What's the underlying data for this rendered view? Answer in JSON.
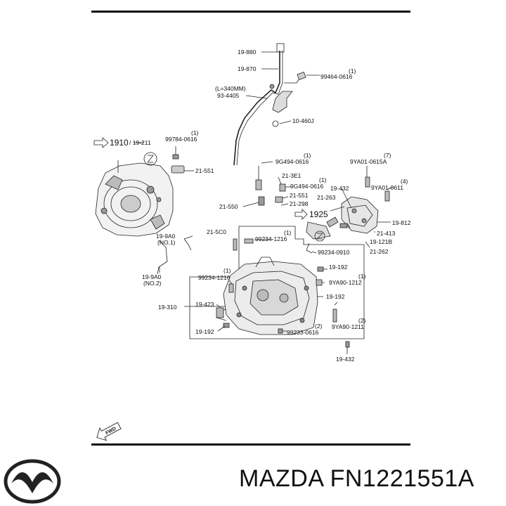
{
  "callouts": {
    "c19880": "19-880",
    "c19870": "19-870",
    "c99464_qty": "(1)",
    "c99464": "99464-0616",
    "c_len": "(L=340MM)",
    "c93_4405": "93-4405",
    "c10_460j": "10-460J",
    "c1910": "1910",
    "c19_211": "/ 19-211",
    "c99784_qty": "(1)",
    "c99784": "99784-0616",
    "c21_551a": "21-551",
    "c9g494_qty": "(1)",
    "c9g494a": "9G494-0616",
    "c21_3e1": "21-3E1",
    "c9g494b_qty": "(1)",
    "c9g494b": "9G494-0616",
    "c21_551b": "21-551",
    "c21_298": "21-298",
    "c21_550": "21-550",
    "c19_432a": "19-432",
    "c21_263": "21-263",
    "c1925": "1925",
    "c9ya01_0615a_qty": "(7)",
    "c9ya01_0615a": "9YA01-0615A",
    "c9ya01_0611_qty": "(4)",
    "c9ya01_0611": "9YA01-0611",
    "c19_812": "19-812",
    "c21_413": "21-413",
    "c19_121b": "19-121B",
    "c21_262": "21-262",
    "c99234_0910": "99234-0910",
    "c21_5c0": "21-5C0",
    "c99234_1216a_qty": "(1)",
    "c99234_1216a": "99234-1216",
    "c19_9a0_no1": "19-9A0",
    "c_no1": "(NO.1)",
    "c19_9a0_no2": "19-9A0",
    "c_no2": "(NO.2)",
    "c99234_1216b_qty": "(1)",
    "c99234_1216b": "99234-1216",
    "c19_192a": "19-192",
    "c9ya90_1212_qty": "(1)",
    "c9ya90_1212": "9YA90-1212",
    "c19_192b": "19-192",
    "c19_423": "19-423",
    "c19_310": "19-310",
    "c9ya90_1211_qty": "(2)",
    "c9ya90_1211": "9YA90-1211",
    "c19_192c": "19-192",
    "c99233_qty": "(2)",
    "c99233": "99233-0616",
    "c19_432b": "19-432",
    "fwd": "FWD"
  },
  "brand": {
    "name": "MAZDA",
    "part_number": "FN1221551A",
    "logo_icon": "mazda-logo-icon"
  }
}
